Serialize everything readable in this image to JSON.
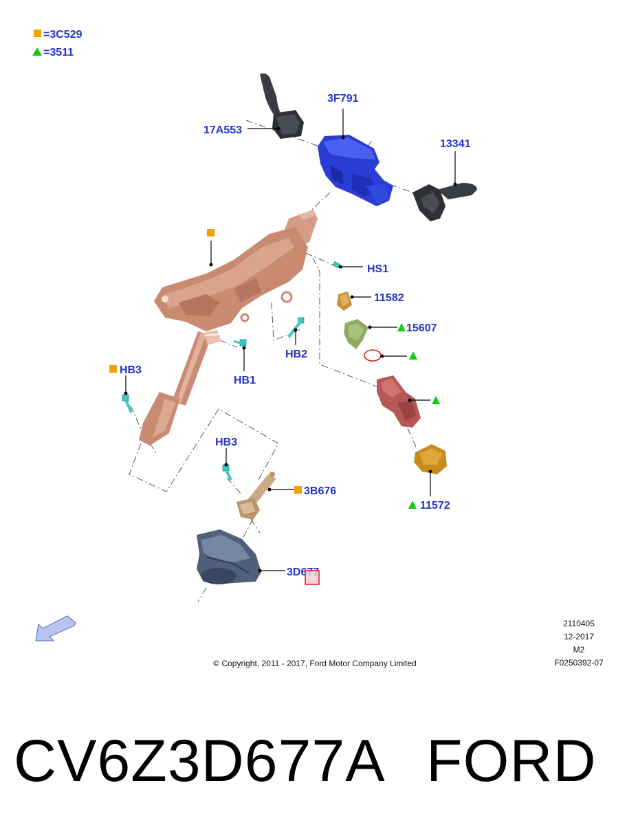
{
  "legend": [
    {
      "marker": "square",
      "color": "#f0a000",
      "label": "=3C529"
    },
    {
      "marker": "triangle",
      "color": "#11cc11",
      "label": "=3511"
    }
  ],
  "callouts": {
    "c_3f791": "3F791",
    "c_17a553": "17A553",
    "c_13341": "13341",
    "c_hs1": "HS1",
    "c_11582": "11582",
    "c_15607": "15607",
    "c_hb2": "HB2",
    "c_hb1": "HB1",
    "c_hb3_left": "HB3",
    "c_hb3_mid": "HB3",
    "c_3b676": "3B676",
    "c_11572": "11572",
    "c_3d677": "3D677"
  },
  "meta": {
    "line1": "2110405",
    "line2": "12-2017",
    "line3": "M2",
    "line4": "F0250392-07"
  },
  "copyright": "© Copyright, 2011 - 2017, Ford Motor Company Limited",
  "caption": {
    "part_number": "CV6Z3D677A",
    "brand": "FORD"
  },
  "colors": {
    "callout_text": "#2233cc",
    "square_marker": "#f0a000",
    "triangle_marker": "#11cc11",
    "column_copper": "#c98a72",
    "switch_blue": "#2a3ed6",
    "switch_dark": "#3a3c44",
    "lock_red": "#b65858",
    "highlight_box": "#e0223a"
  }
}
